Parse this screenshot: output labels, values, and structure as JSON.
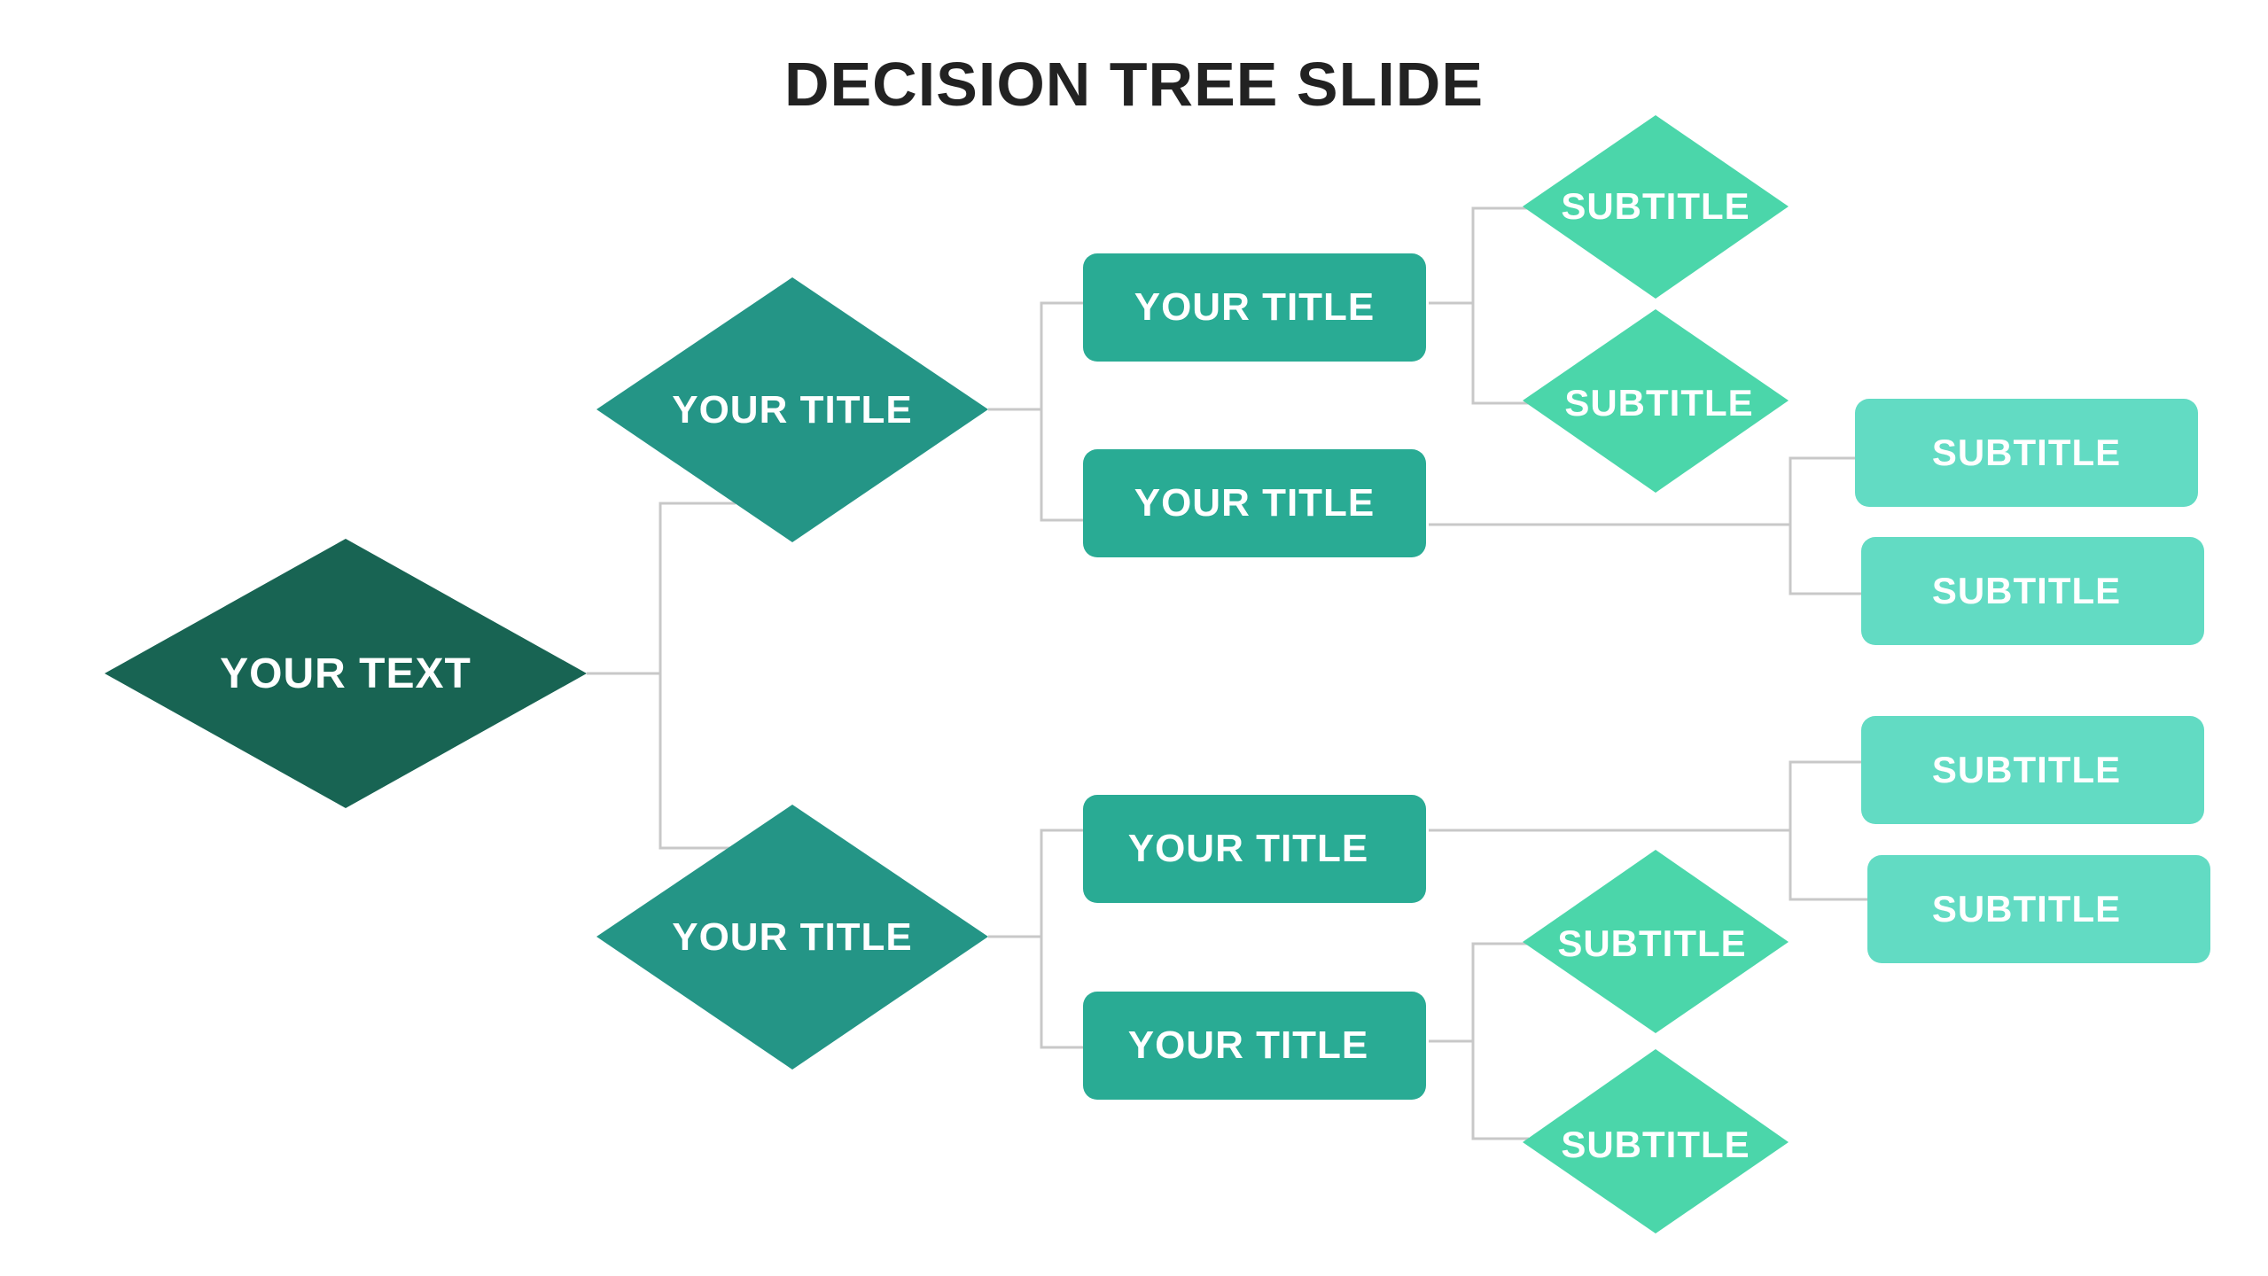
{
  "slide": {
    "title": "DECISION TREE SLIDE"
  },
  "colors": {
    "root": "#186453",
    "level1": "#249586",
    "level2": "#29ab94",
    "leaf_diamond": "#4bd6aa",
    "leaf_box": "#62dbc3",
    "connector": "#c8c8c8",
    "title_text": "#222222"
  },
  "root": {
    "label": "YOUR TEXT"
  },
  "level1": [
    {
      "label": "YOUR TITLE"
    },
    {
      "label": "YOUR TITLE"
    }
  ],
  "level2": [
    {
      "label": "YOUR TITLE"
    },
    {
      "label": "YOUR TITLE"
    },
    {
      "label": "YOUR TITLE"
    },
    {
      "label": "YOUR TITLE"
    }
  ],
  "leaf_diamonds": [
    {
      "label": "SUBTITLE"
    },
    {
      "label": "SUBTITLE"
    },
    {
      "label": "SUBTITLE"
    },
    {
      "label": "SUBTITLE"
    }
  ],
  "leaf_boxes": [
    {
      "label": "SUBTITLE"
    },
    {
      "label": "SUBTITLE"
    },
    {
      "label": "SUBTITLE"
    },
    {
      "label": "SUBTITLE"
    }
  ]
}
